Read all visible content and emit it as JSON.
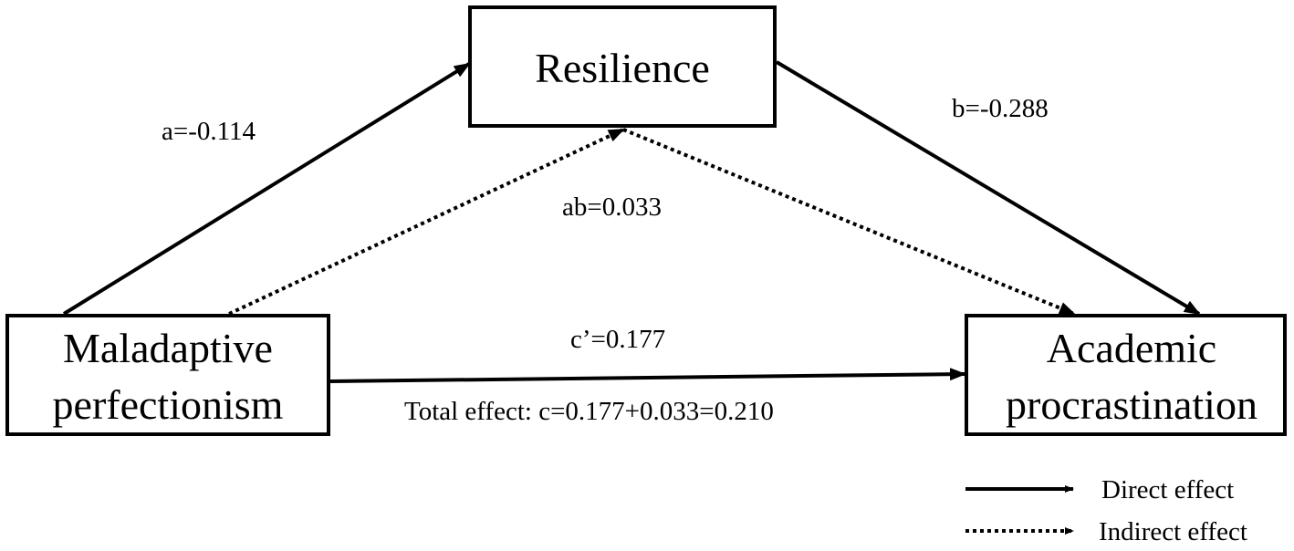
{
  "nodes": {
    "mediator": {
      "label": "Resilience"
    },
    "predictor": {
      "line1": "Maladaptive",
      "line2": "perfectionism"
    },
    "outcome": {
      "line1": "Academic",
      "line2": "procrastination"
    }
  },
  "edges": {
    "a": "a=-0.114",
    "b": "b=-0.288",
    "ab": "ab=0.033",
    "c_prime": "c’=0.177",
    "total": "Total effect: c=0.177+0.033=0.210"
  },
  "legend": {
    "direct": "Direct effect",
    "indirect": "Indirect effect"
  },
  "colors": {
    "stroke": "#000000",
    "background": "#ffffff"
  }
}
